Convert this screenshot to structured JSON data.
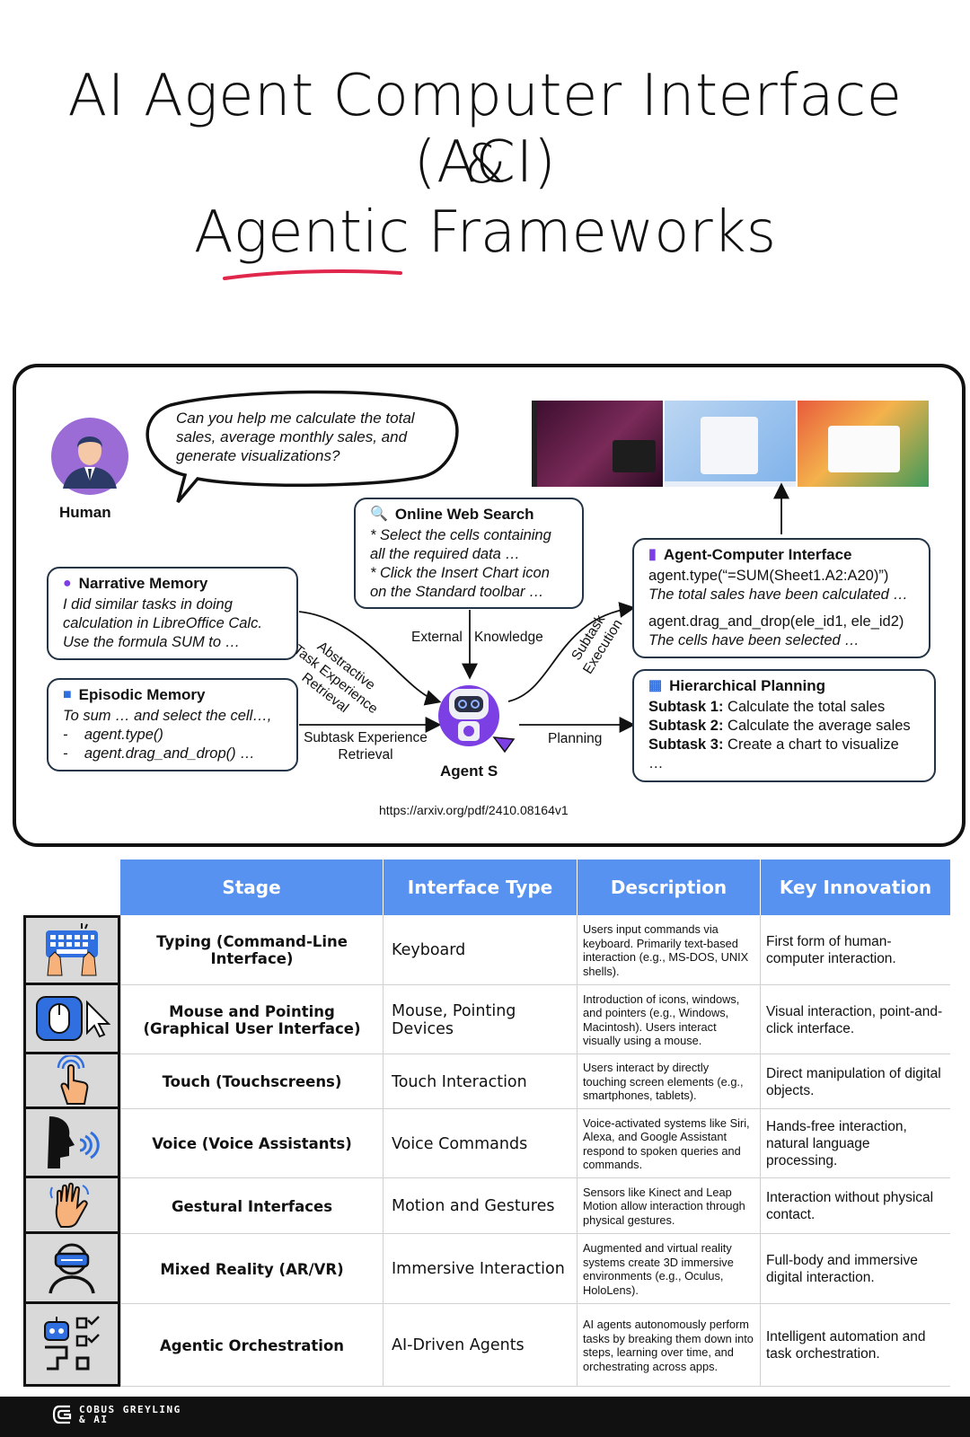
{
  "title": {
    "line1": "AI Agent Computer Interface (ACI)",
    "line2": "&",
    "line3": "Agentic Frameworks"
  },
  "diagram": {
    "human_label": "Human",
    "speech": "Can you help me calculate the total sales, average monthly sales, and generate visualizations?",
    "online_search": {
      "title": "Online Web Search",
      "lines": [
        "* Select the cells containing",
        "all the required data …",
        "* Click the Insert Chart icon",
        "on the Standard toolbar …"
      ]
    },
    "narrative_memory": {
      "title": "Narrative Memory",
      "lines": [
        "I did similar tasks in doing",
        "calculation in LibreOffice Calc.",
        "Use the formula SUM to …"
      ]
    },
    "episodic_memory": {
      "title": "Episodic Memory",
      "lines": [
        "To sum … and select the cell…,",
        "-    agent.type()",
        "-    agent.drag_and_drop() …"
      ]
    },
    "aci": {
      "title": "Agent-Computer Interface",
      "code1": "agent.type(“=SUM(Sheet1.A2:A20)”)",
      "note1": "The total sales have been calculated …",
      "code2": "agent.drag_and_drop(ele_id1, ele_id2)",
      "note2": "The cells have been selected …"
    },
    "planning": {
      "title": "Hierarchical Planning",
      "subtasks": [
        {
          "label": "Subtask 1:",
          "text": "Calculate the total sales"
        },
        {
          "label": "Subtask 2:",
          "text": "Calculate the average sales"
        },
        {
          "label": "Subtask 3:",
          "text": "Create a chart to visualize"
        }
      ],
      "more": "…"
    },
    "labels": {
      "external": "External",
      "knowledge": "Knowledge",
      "abstractive": "Abstractive",
      "task_experience": "Task Experience",
      "retrieval": "Retrieval",
      "subtask_exp_1": "Subtask Experience",
      "subtask_exp_2": "Retrieval",
      "planning": "Planning",
      "subtask": "Subtask",
      "execution": "Execution",
      "agent": "Agent S"
    },
    "url": "https://arxiv.org/pdf/2410.08164v1"
  },
  "table": {
    "headers": [
      "Stage",
      "Interface Type",
      "Description",
      "Key Innovation"
    ],
    "rows": [
      {
        "icon": "keyboard-hands-icon",
        "stage": "Typing (Command-Line Interface)",
        "type": "Keyboard",
        "desc": "Users input commands via keyboard. Primarily text-based interaction (e.g., MS-DOS, UNIX shells).",
        "key": "First form of human-computer interaction."
      },
      {
        "icon": "mouse-pointer-icon",
        "stage": "Mouse and Pointing (Graphical User Interface)",
        "type": "Mouse, Pointing Devices",
        "desc": "Introduction of icons, windows, and pointers (e.g., Windows, Macintosh). Users interact visually using a mouse.",
        "key": "Visual interaction, point-and-click interface."
      },
      {
        "icon": "touch-finger-icon",
        "stage": "Touch (Touchscreens)",
        "type": "Touch Interaction",
        "desc": "Users interact by directly touching screen elements (e.g., smartphones, tablets).",
        "key": "Direct manipulation of digital objects."
      },
      {
        "icon": "voice-head-icon",
        "stage": "Voice (Voice Assistants)",
        "type": "Voice Commands",
        "desc": "Voice-activated systems like Siri, Alexa, and Google Assistant respond to spoken queries and commands.",
        "key": "Hands-free interaction, natural language processing."
      },
      {
        "icon": "waving-hand-icon",
        "stage": "Gestural Interfaces",
        "type": "Motion and Gestures",
        "desc": "Sensors like Kinect and Leap Motion allow interaction through physical gestures.",
        "key": "Interaction without physical contact."
      },
      {
        "icon": "vr-headset-icon",
        "stage": "Mixed Reality (AR/VR)",
        "type": "Immersive Interaction",
        "desc": "Augmented and virtual reality systems create 3D immersive environments (e.g., Oculus, HoloLens).",
        "key": "Full-body and immersive digital interaction."
      },
      {
        "icon": "robot-checklist-icon",
        "stage": "Agentic Orchestration",
        "type": "AI-Driven Agents",
        "desc": "AI agents autonomously perform tasks by breaking them down into steps, learning over time, and orchestrating across apps.",
        "key": "Intelligent automation and task orchestration."
      }
    ]
  },
  "footer": {
    "brand_line1": "COBUS GREYLING",
    "brand_line2": "& AI"
  },
  "colors": {
    "header_blue": "#5892f0",
    "underline_red": "#e0264b",
    "agent_purple": "#7b3fe4",
    "icon_blue": "#2f6fe0",
    "footer_black": "#111111"
  }
}
